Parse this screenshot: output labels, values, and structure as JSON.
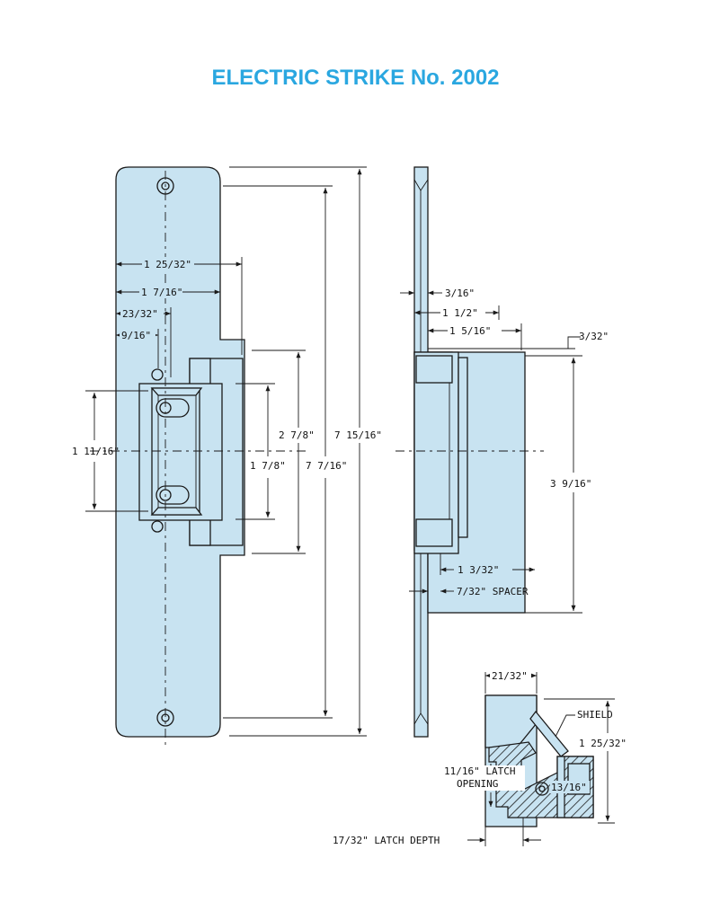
{
  "title": "ELECTRIC STRIKE No. 2002",
  "colors": {
    "title": "#2aa7e0",
    "part_fill": "#c8e3f1",
    "line": "#1a1a1a"
  },
  "front_view": {
    "dim_1_25_32": "1 25/32\"",
    "dim_1_7_16": "1 7/16\"",
    "dim_23_32": "23/32\"",
    "dim_9_16": "9/16\"",
    "dim_1_11_16": "1 11/16\"",
    "dim_2_7_8": "2 7/8\"",
    "dim_1_7_8": "1 7/8\"",
    "dim_7_15_16": "7 15/16\"",
    "dim_7_7_16": "7 7/16\""
  },
  "side_view": {
    "dim_3_16": "3/16\"",
    "dim_1_1_2": "1 1/2\"",
    "dim_1_5_16": "1 5/16\"",
    "dim_3_32": "3/32\"",
    "dim_3_9_16": "3 9/16\"",
    "dim_1_3_32": "1 3/32\"",
    "dim_spacer": "7/32\" SPACER"
  },
  "section_view": {
    "dim_21_32": "21/32\"",
    "shield": "SHIELD",
    "dim_1_25_32": "1 25/32\"",
    "latch_opening_1": "11/16\" LATCH",
    "latch_opening_2": "OPENING",
    "dim_13_16": "13/16\"",
    "latch_depth": "17/32\" LATCH DEPTH"
  }
}
